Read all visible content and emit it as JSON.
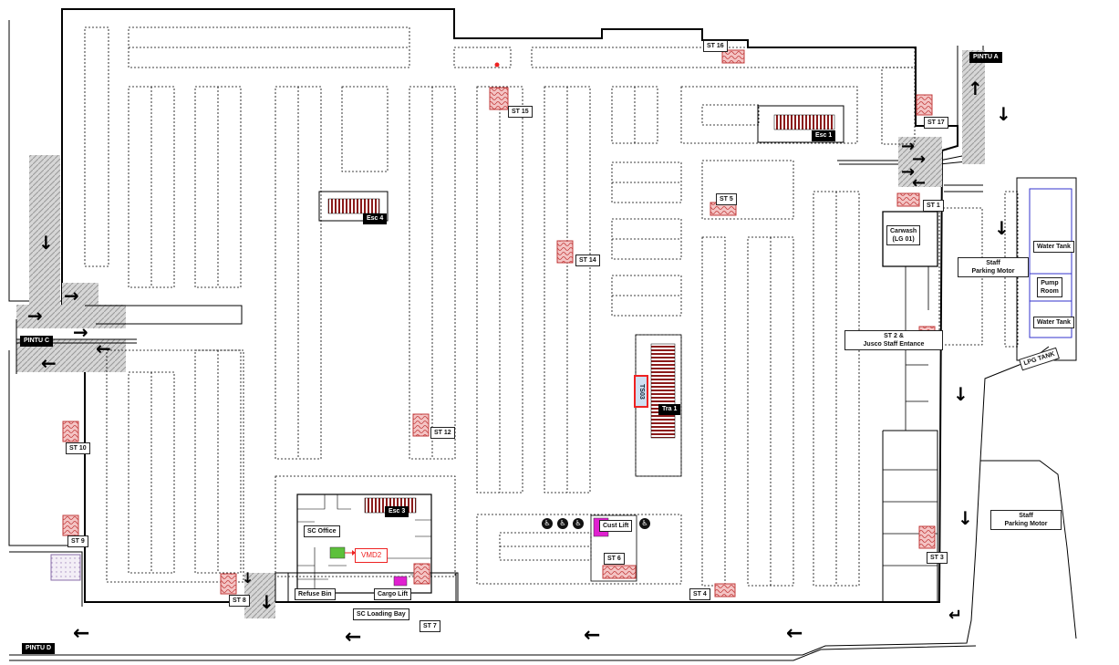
{
  "stalls": {
    "st16": "ST 16",
    "st15": "ST 15",
    "st17": "ST 17",
    "st5": "ST 5",
    "st1": "ST 1",
    "st14": "ST 14",
    "st12": "ST 12",
    "st10": "ST 10",
    "st9": "ST 9",
    "st8": "ST 8",
    "st7": "ST 7",
    "st6": "ST 6",
    "st4": "ST 4",
    "st3": "ST 3"
  },
  "escalators": {
    "esc1": "Esc 1",
    "esc4": "Esc 4",
    "esc3": "Esc 3",
    "tra1": "Tra 1"
  },
  "gates": {
    "a": "PINTU A",
    "c": "PINTU C",
    "d": "PINTU D"
  },
  "facilities": {
    "carwash_line1": "Carwash",
    "carwash_line2": "(LG 01)",
    "staff_motor_line1": "Staff",
    "staff_motor_line2": "Parking Motor",
    "water_tank": "Water Tank",
    "pump_line1": "Pump",
    "pump_line2": "Room",
    "lpg": "LPG TANK",
    "st2_line1": "ST  2 &",
    "st2_line2": "Jusco Staff Entance",
    "sc_office": "SC Office",
    "vmd": "VMD2",
    "refuse": "Refuse Bin",
    "cargo": "Cargo Lift",
    "loading": "SC Loading Bay",
    "cust_lift": "Cust Lift",
    "tso": "TS03"
  },
  "colors": {
    "stall_fill": "#f2b8b8",
    "stall_border": "#c23b3b",
    "escalator": "#8b1a1a",
    "lift": "#e020d0",
    "vmd": "#5cc03a",
    "tank": "#3333cc"
  }
}
